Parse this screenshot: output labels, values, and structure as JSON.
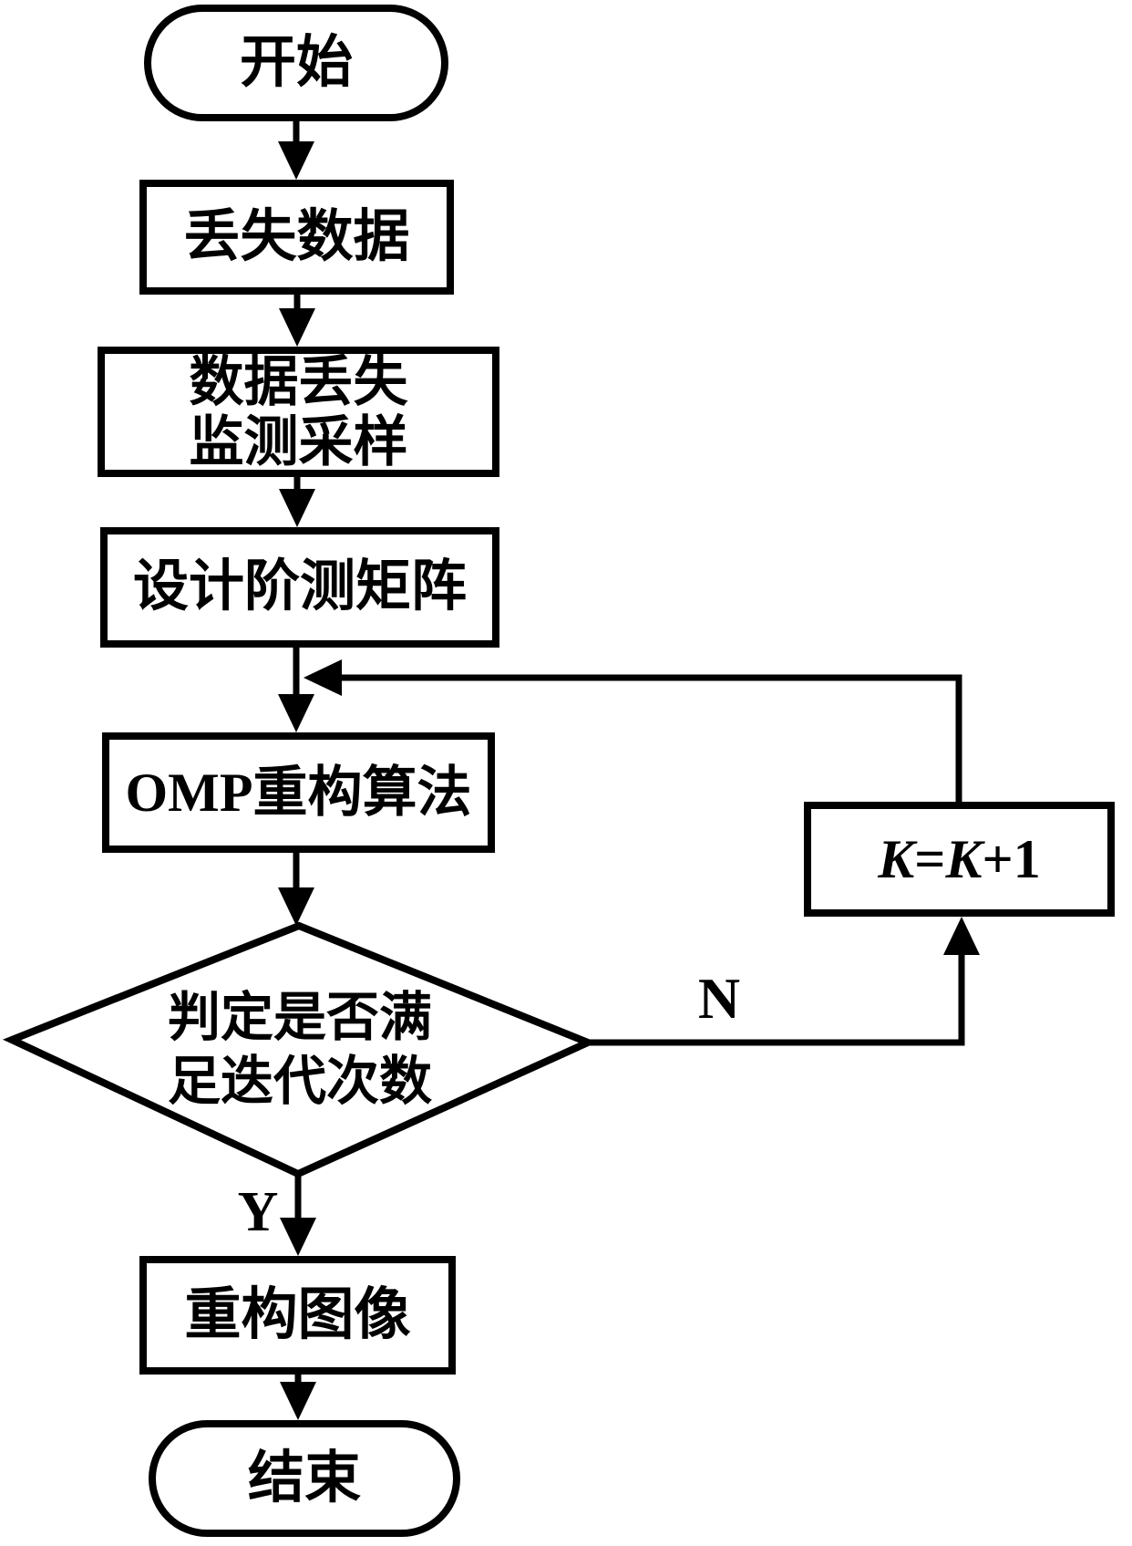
{
  "page": {
    "background": "#ffffff",
    "ink": "#000000"
  },
  "flowchart": {
    "nodes": {
      "start": {
        "type": "terminator",
        "label": "开始"
      },
      "lost_data": {
        "type": "process",
        "label": "丢失数据"
      },
      "sampling": {
        "type": "process",
        "line1": "数据丢失",
        "line2": "监测采样"
      },
      "design_matrix": {
        "type": "process",
        "label": "设计阶测矩阵"
      },
      "omp": {
        "type": "process",
        "label": "OMP重构算法"
      },
      "decision": {
        "type": "decision",
        "line1": "判定是否满",
        "line2": "足迭代次数"
      },
      "k_update": {
        "type": "process",
        "label": "K=K+1"
      },
      "reconstruct": {
        "type": "process",
        "label": "重构图像"
      },
      "end": {
        "type": "terminator",
        "label": "结束"
      }
    },
    "edge_labels": {
      "no": "N",
      "yes": "Y"
    }
  }
}
